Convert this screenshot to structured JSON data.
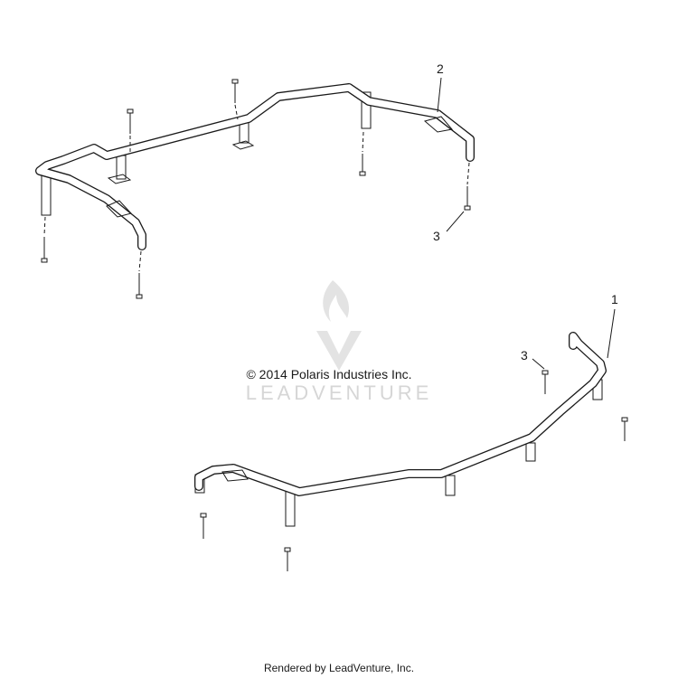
{
  "watermark": {
    "brand": "LEADVENTURE",
    "logo_icon": "flame-v-logo-icon"
  },
  "copyright": "© 2014 Polaris Industries Inc.",
  "callouts": {
    "item_1": "1",
    "item_2": "2",
    "item_3_upper": "3",
    "item_3_lower": "3"
  },
  "footer": "Rendered by LeadVenture, Inc.",
  "colors": {
    "line": "#1a1a1a",
    "watermark": "#d6d6d6",
    "background": "#ffffff"
  }
}
